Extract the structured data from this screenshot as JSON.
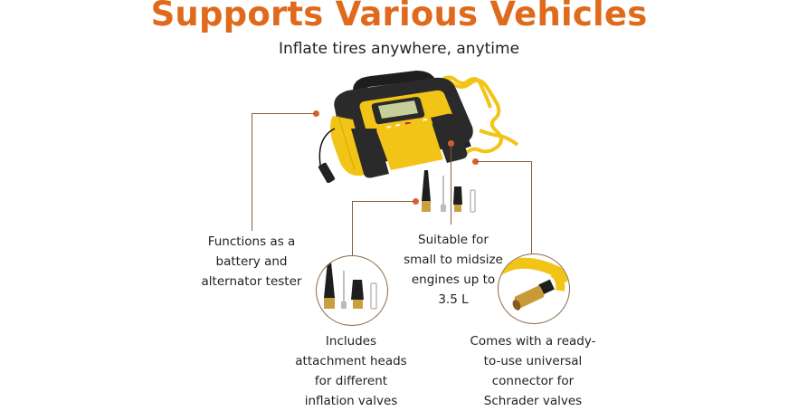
{
  "header": {
    "title": "Supports Various Vehicles",
    "subtitle": "Inflate tires anywhere, anytime"
  },
  "callouts": [
    {
      "id": "tester",
      "text": [
        "Functions as a",
        "battery and",
        "alternator tester"
      ]
    },
    {
      "id": "engines",
      "text": [
        "Suitable for",
        "small to midsize",
        "engines up to",
        "3.5 L"
      ]
    },
    {
      "id": "heads",
      "text": [
        "Includes",
        "attachment heads",
        "for different",
        "inflation valves"
      ]
    },
    {
      "id": "connector",
      "text": [
        "Comes with a ready-",
        "to-use universal",
        "connector for",
        "Schrader valves"
      ]
    }
  ],
  "colors": {
    "accent": "#e06a1b",
    "body_yellow": "#f2c418",
    "body_black": "#2a2a2a",
    "line": "#8a5a3a",
    "dot": "#d9622b"
  }
}
